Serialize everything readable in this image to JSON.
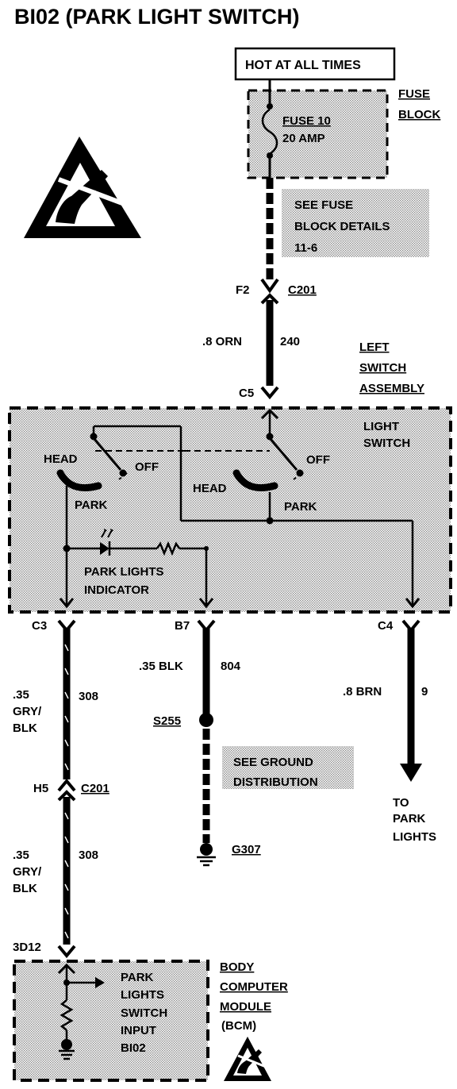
{
  "title": "BI02 (PARK LIGHT SWITCH)",
  "hot_label": "HOT AT ALL TIMES",
  "fuse_block": {
    "label_line1": "FUSE",
    "label_line2": "BLOCK",
    "fuse_name": "FUSE 10",
    "fuse_rating": "20 AMP"
  },
  "see_fuse": {
    "line1": "SEE FUSE",
    "line2": "BLOCK DETAILS",
    "line3": "11-6"
  },
  "connector_top": {
    "pin": "F2",
    "id": "C201"
  },
  "wire_orn": {
    "gauge_color": ".8 ORN",
    "circuit": "240"
  },
  "left_switch": {
    "line1": "LEFT",
    "line2": "SWITCH",
    "line3": "ASSEMBLY"
  },
  "light_switch": {
    "line1": "LIGHT",
    "line2": "SWITCH"
  },
  "pins": {
    "c5": "C5",
    "c3": "C3",
    "b7": "B7",
    "c4": "C4",
    "h5": "H5",
    "d12": "3D12"
  },
  "switch_labels": {
    "head": "HEAD",
    "off": "OFF",
    "park": "PARK"
  },
  "indicator": {
    "line1": "PARK LIGHTS",
    "line2": "INDICATOR"
  },
  "wire_gry1": {
    "gauge1": ".35",
    "gauge2": "GRY/",
    "gauge3": "BLK",
    "circuit": "308"
  },
  "wire_gry2": {
    "gauge1": ".35",
    "gauge2": "GRY/",
    "gauge3": "BLK",
    "circuit": "308"
  },
  "connector_mid": {
    "id": "C201"
  },
  "wire_blk": {
    "gauge_color": ".35 BLK",
    "circuit": "804"
  },
  "splice": "S255",
  "see_ground": {
    "line1": "SEE GROUND",
    "line2": "DISTRIBUTION"
  },
  "ground": "G307",
  "wire_brn": {
    "gauge_color": ".8 BRN",
    "circuit": "9"
  },
  "to_park": {
    "line1": "TO",
    "line2": "PARK",
    "line3": "LIGHTS"
  },
  "bcm": {
    "line1": "BODY",
    "line2": "COMPUTER",
    "line3": "MODULE",
    "line4": "(BCM)"
  },
  "bcm_input": {
    "line1": "PARK",
    "line2": "LIGHTS",
    "line3": "SWITCH",
    "line4": "INPUT",
    "line5": "BI02"
  }
}
